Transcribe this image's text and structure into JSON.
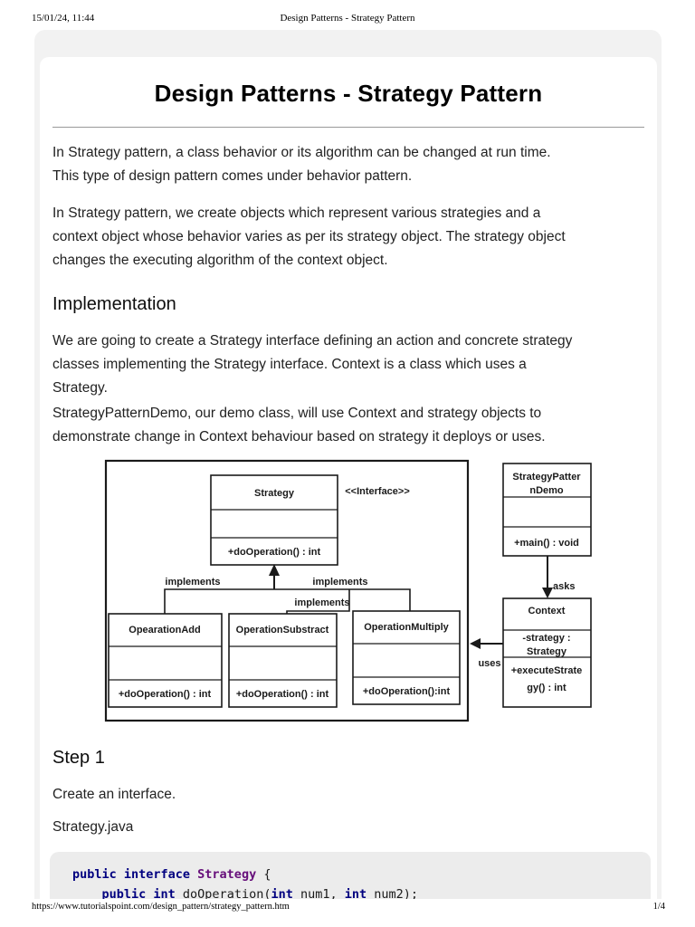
{
  "page_header": {
    "date": "15/01/24, 11:44",
    "title": "Design Patterns - Strategy Pattern"
  },
  "page_footer": {
    "url": "https://www.tutorialspoint.com/design_pattern/strategy_pattern.htm",
    "page_indicator": "1/4"
  },
  "article": {
    "title": "Design Patterns - Strategy Pattern",
    "intro_p1_lines": [
      "In Strategy pattern, a class behavior or its algorithm can be changed at run time.",
      "This type of design pattern comes under behavior pattern."
    ],
    "intro_p2_lines": [
      "In Strategy pattern, we create objects which represent various strategies and a",
      "context object whose behavior varies as per its strategy object. The strategy object",
      "changes the executing algorithm of the context object."
    ],
    "implementation_heading": "Implementation",
    "impl_p1_lines": [
      "We are going to create a Strategy interface defining an action and concrete strategy",
      "classes implementing the Strategy interface. Context is a class which uses a",
      "Strategy."
    ],
    "impl_p2_lines": [
      "StrategyPatternDemo, our demo class, will use Context and strategy objects to",
      "demonstrate change in Context behaviour based on strategy it deploys or uses."
    ],
    "step1_heading": "Step 1",
    "step1_text": "Create an interface.",
    "step1_filename": "Strategy.java"
  },
  "diagram": {
    "stereotype": "<<Interface>>",
    "interface_box": {
      "name": "Strategy",
      "method": "+doOperation() : int"
    },
    "labels": {
      "implements_left": "implements",
      "implements_mid": "implements",
      "implements_right": "implements",
      "asks": "asks",
      "uses": "uses"
    },
    "class_add": {
      "name": "OpearationAdd",
      "method": "+doOperation() : int"
    },
    "class_substract": {
      "name": "OperationSubstract",
      "method": "+doOperation() : int"
    },
    "class_multiply": {
      "name": "OperationMultiply",
      "method": "+doOperation():int"
    },
    "class_demo": {
      "name_line1": "StrategyPatter",
      "name_line2": "nDemo",
      "method": "+main() : void"
    },
    "class_context": {
      "name": "Context",
      "attr_line1": "-strategy :",
      "attr_line2": "Strategy",
      "method_line1": "+executeStrate",
      "method_line2": "gy() : int"
    }
  },
  "code": {
    "lines": [
      [
        {
          "t": "public interface ",
          "c": "kw"
        },
        {
          "t": "Strategy ",
          "c": "cls"
        },
        {
          "t": "{",
          "c": "pl"
        }
      ],
      [
        {
          "t": "    ",
          "c": "pl"
        },
        {
          "t": "public int ",
          "c": "kw"
        },
        {
          "t": "doOperation(",
          "c": "pl"
        },
        {
          "t": "int",
          "c": "kw"
        },
        {
          "t": " num1, ",
          "c": "pl"
        },
        {
          "t": "int",
          "c": "kw"
        },
        {
          "t": " num2);",
          "c": "pl"
        }
      ]
    ]
  },
  "colors": {
    "code_keyword": "#000080",
    "code_classname": "#660E7A",
    "code_background": "#ececec",
    "card_background": "#f2f2f2"
  }
}
